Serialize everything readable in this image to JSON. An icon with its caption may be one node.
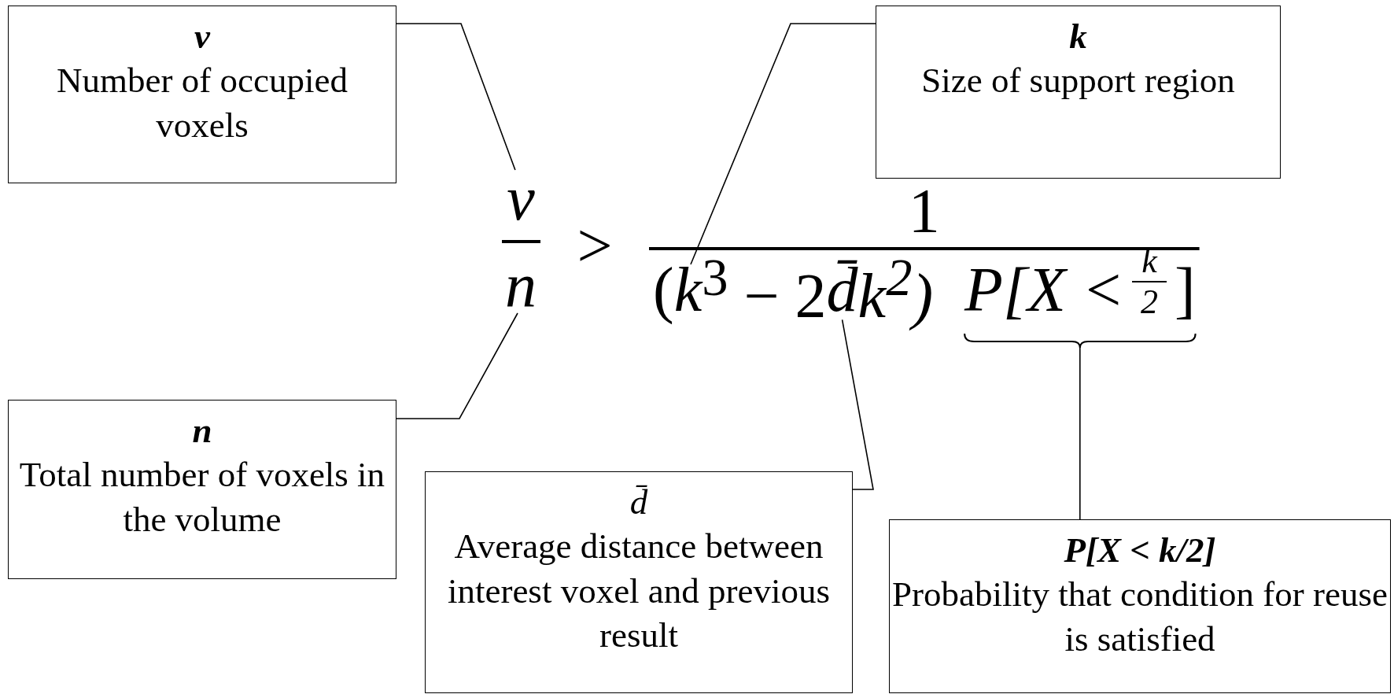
{
  "diagram": {
    "nodes": [
      {
        "text": [
          "v",
          "Number of occupied voxels"
        ]
      },
      {
        "text": [
          "k",
          "Size of support region"
        ]
      },
      {
        "text": [
          "v"
        ]
      },
      {
        "text": [
          "n"
        ]
      },
      {
        "text": [
          "k"
        ]
      },
      {
        "text": [
          "d̄"
        ]
      },
      {
        "text": [],
        "shape": "brace"
      },
      {
        "text": [
          "n",
          "Total number of voxels in the volume"
        ]
      },
      {
        "text": [
          "d̄",
          "Average distance between interest voxel and previous result"
        ]
      },
      {
        "text": [
          "P[X < k/2]",
          "Probability that condition for reuse is satisfied"
        ]
      }
    ],
    "edges": [
      {
        "from": 0,
        "to": 2,
        "arrow": "none"
      },
      {
        "from": 1,
        "to": 4,
        "arrow": "none"
      },
      {
        "from": 7,
        "to": 3,
        "arrow": "none"
      },
      {
        "from": 8,
        "to": 5,
        "arrow": "none"
      },
      {
        "from": 9,
        "to": 6,
        "arrow": "none"
      }
    ],
    "labels": [
      ">",
      "1",
      "(",
      "$^{3}$ − 2",
      "k$^{2}$)",
      "P[X <",
      "k",
      "2",
      "]"
    ]
  }
}
